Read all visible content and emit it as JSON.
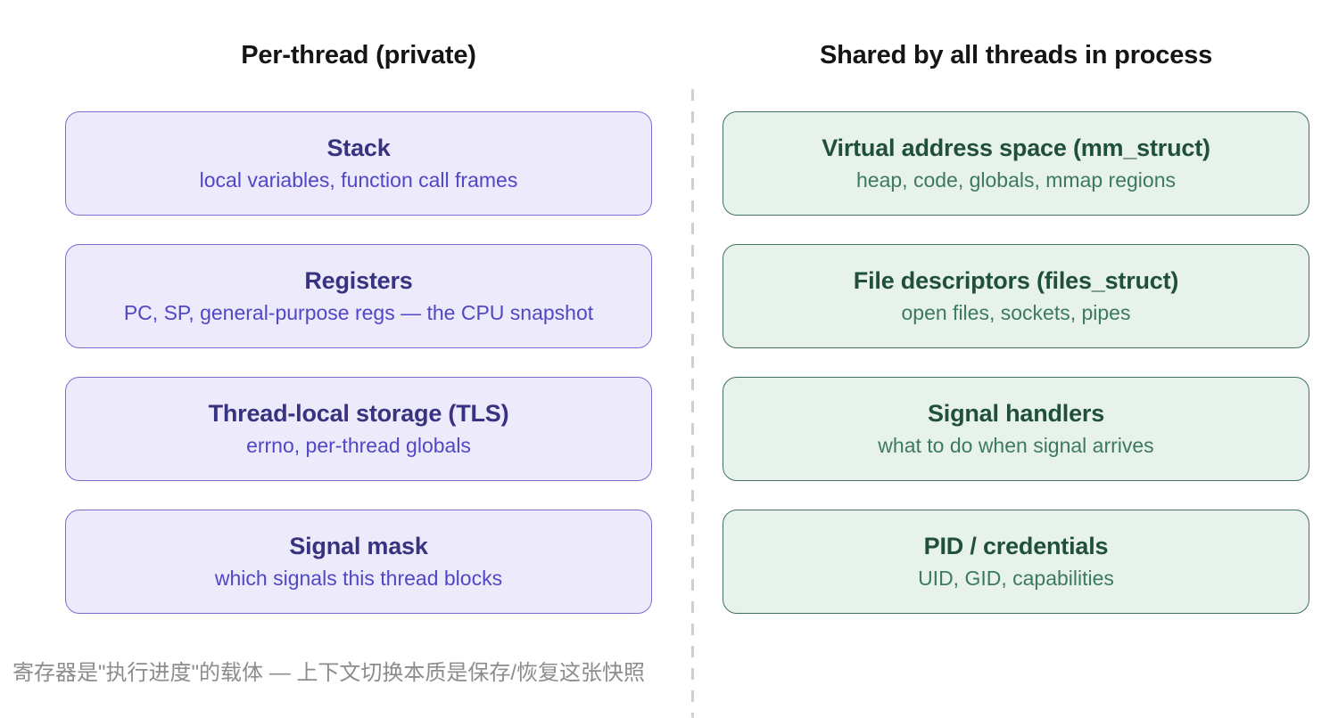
{
  "page": {
    "background": "#ffffff",
    "divider_color": "#cfcfcf",
    "header_color": "#151515",
    "caption_color": "#8c8c8c"
  },
  "columns": [
    {
      "header": "Per-thread (private)",
      "theme": {
        "fill": "#eceafb",
        "border": "#7a6fd2",
        "title": "#383380",
        "subtitle": "#5147c5"
      },
      "boxes": [
        {
          "title": "Stack",
          "subtitle": "local variables, function call frames"
        },
        {
          "title": "Registers",
          "subtitle": "PC, SP, general-purpose regs — the CPU snapshot"
        },
        {
          "title": "Thread-local storage (TLS)",
          "subtitle": "errno, per-thread globals"
        },
        {
          "title": "Signal mask",
          "subtitle": "which signals this thread blocks"
        }
      ]
    },
    {
      "header": "Shared by all threads in process",
      "theme": {
        "fill": "#e6f2eb",
        "border": "#40745a",
        "title": "#20503a",
        "subtitle": "#3d7a5c"
      },
      "boxes": [
        {
          "title": "Virtual address space (mm_struct)",
          "subtitle": "heap, code, globals, mmap regions"
        },
        {
          "title": "File descriptors (files_struct)",
          "subtitle": "open files, sockets, pipes"
        },
        {
          "title": "Signal handlers",
          "subtitle": "what to do when signal arrives"
        },
        {
          "title": "PID / credentials",
          "subtitle": "UID, GID, capabilities"
        }
      ]
    }
  ],
  "caption": "寄存器是\"执行进度\"的载体 — 上下文切换本质是保存/恢复这张快照"
}
